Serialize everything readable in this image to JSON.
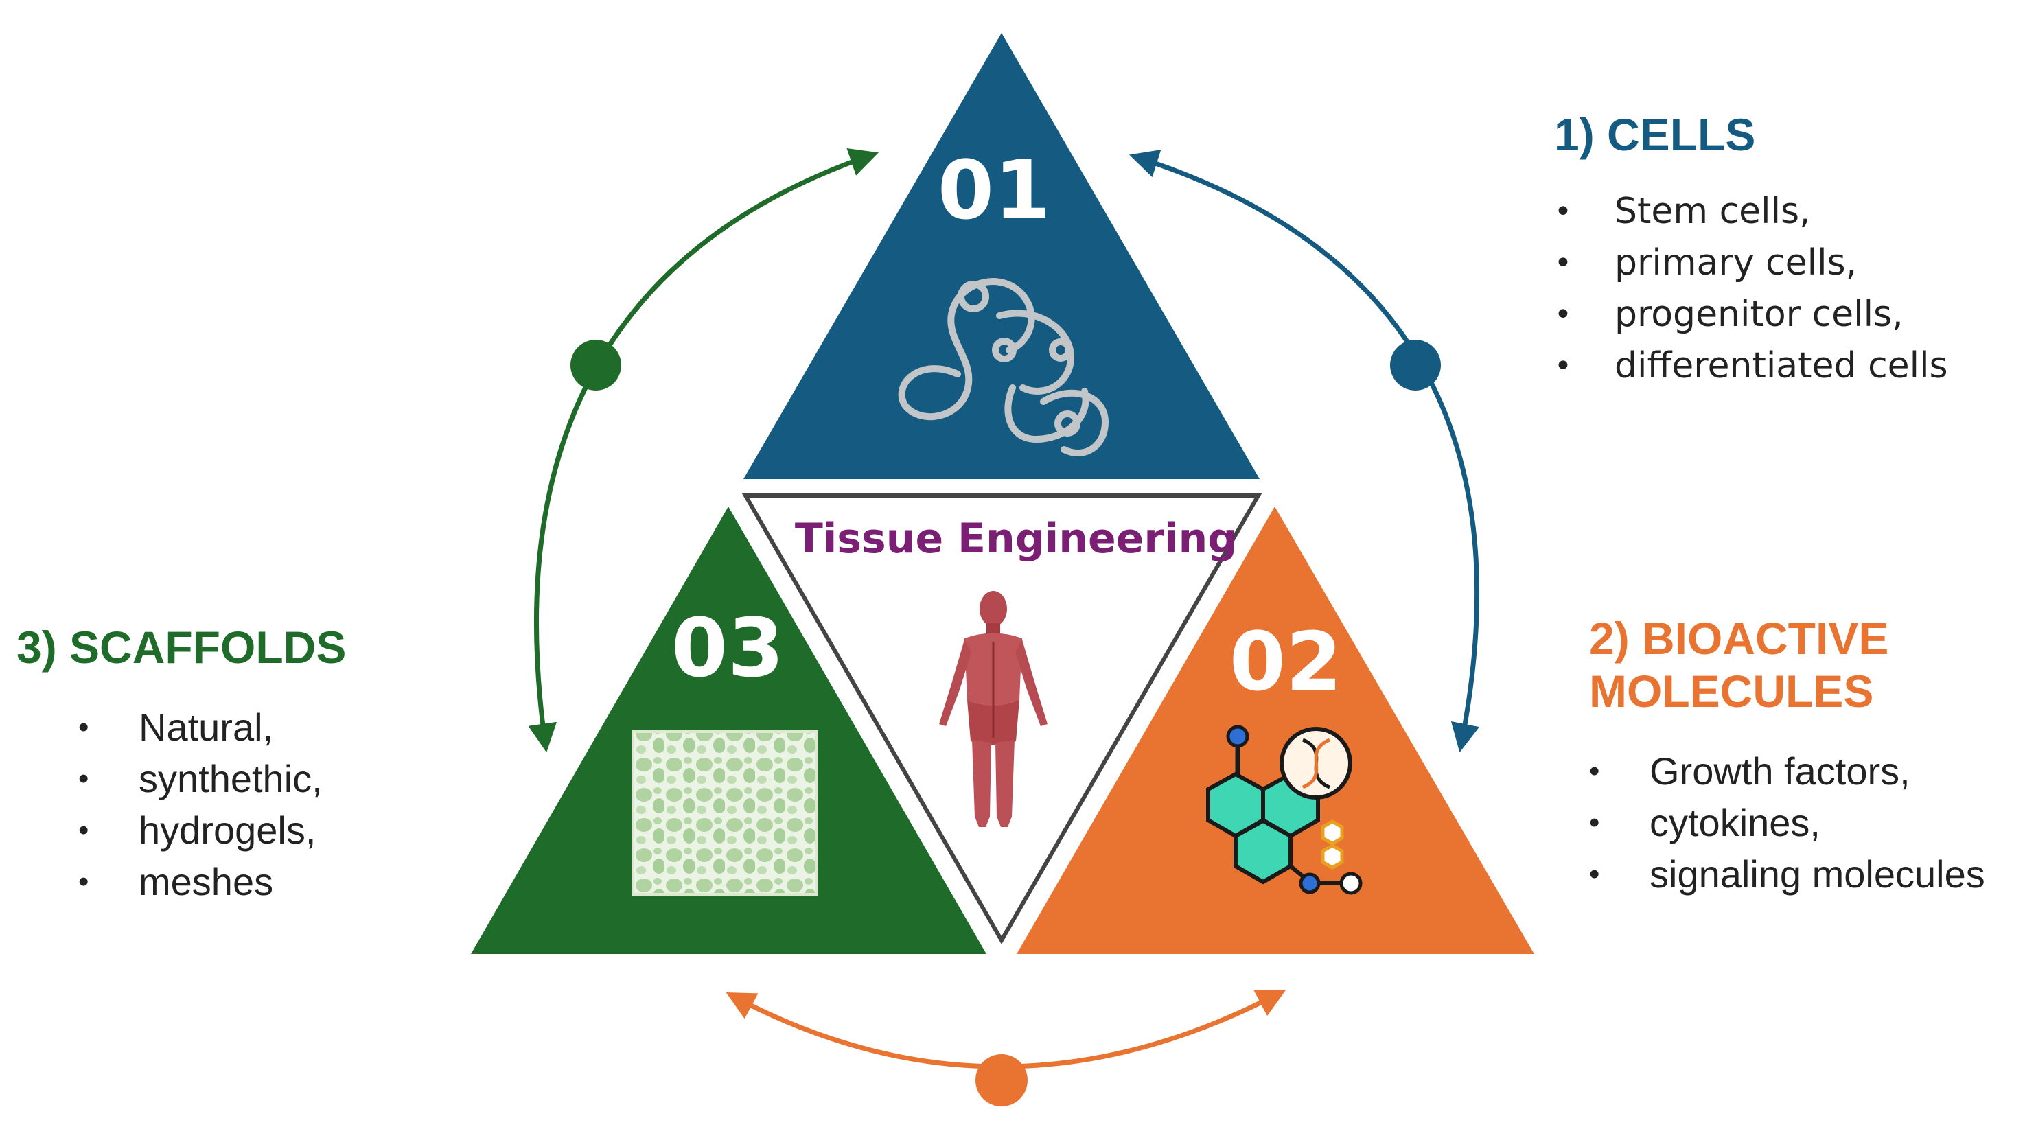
{
  "diagram": {
    "center_title": "Tissue Engineering",
    "triangles": [
      {
        "number": "01",
        "color": "#155b81",
        "icon": "cells-icon"
      },
      {
        "number": "02",
        "color": "#e97431",
        "icon": "molecule-dna-icon"
      },
      {
        "number": "03",
        "color": "#1e6b2a",
        "icon": "porous-scaffold-icon"
      }
    ],
    "center_icon": "human-muscle-anatomy-icon",
    "title_color": "#7a1f73",
    "cycle_arrows": [
      "#1e6b2a",
      "#155b81",
      "#e97431"
    ]
  },
  "panels": {
    "cells": {
      "heading": "1) CELLS",
      "color": "#155b81",
      "items": [
        "Stem cells,",
        "primary cells,",
        "progenitor cells,",
        "differentiated cells"
      ]
    },
    "bioactive": {
      "heading_line1": "2) BIOACTIVE",
      "heading_line2": "MOLECULES",
      "color": "#e97431",
      "items": [
        "Growth factors,",
        "cytokines,",
        "signaling molecules"
      ]
    },
    "scaffolds": {
      "heading": "3) SCAFFOLDS",
      "color": "#1e6b2a",
      "items": [
        "Natural,",
        "synthethic,",
        "hydrogels,",
        "meshes"
      ]
    },
    "bullet_char": "•"
  }
}
